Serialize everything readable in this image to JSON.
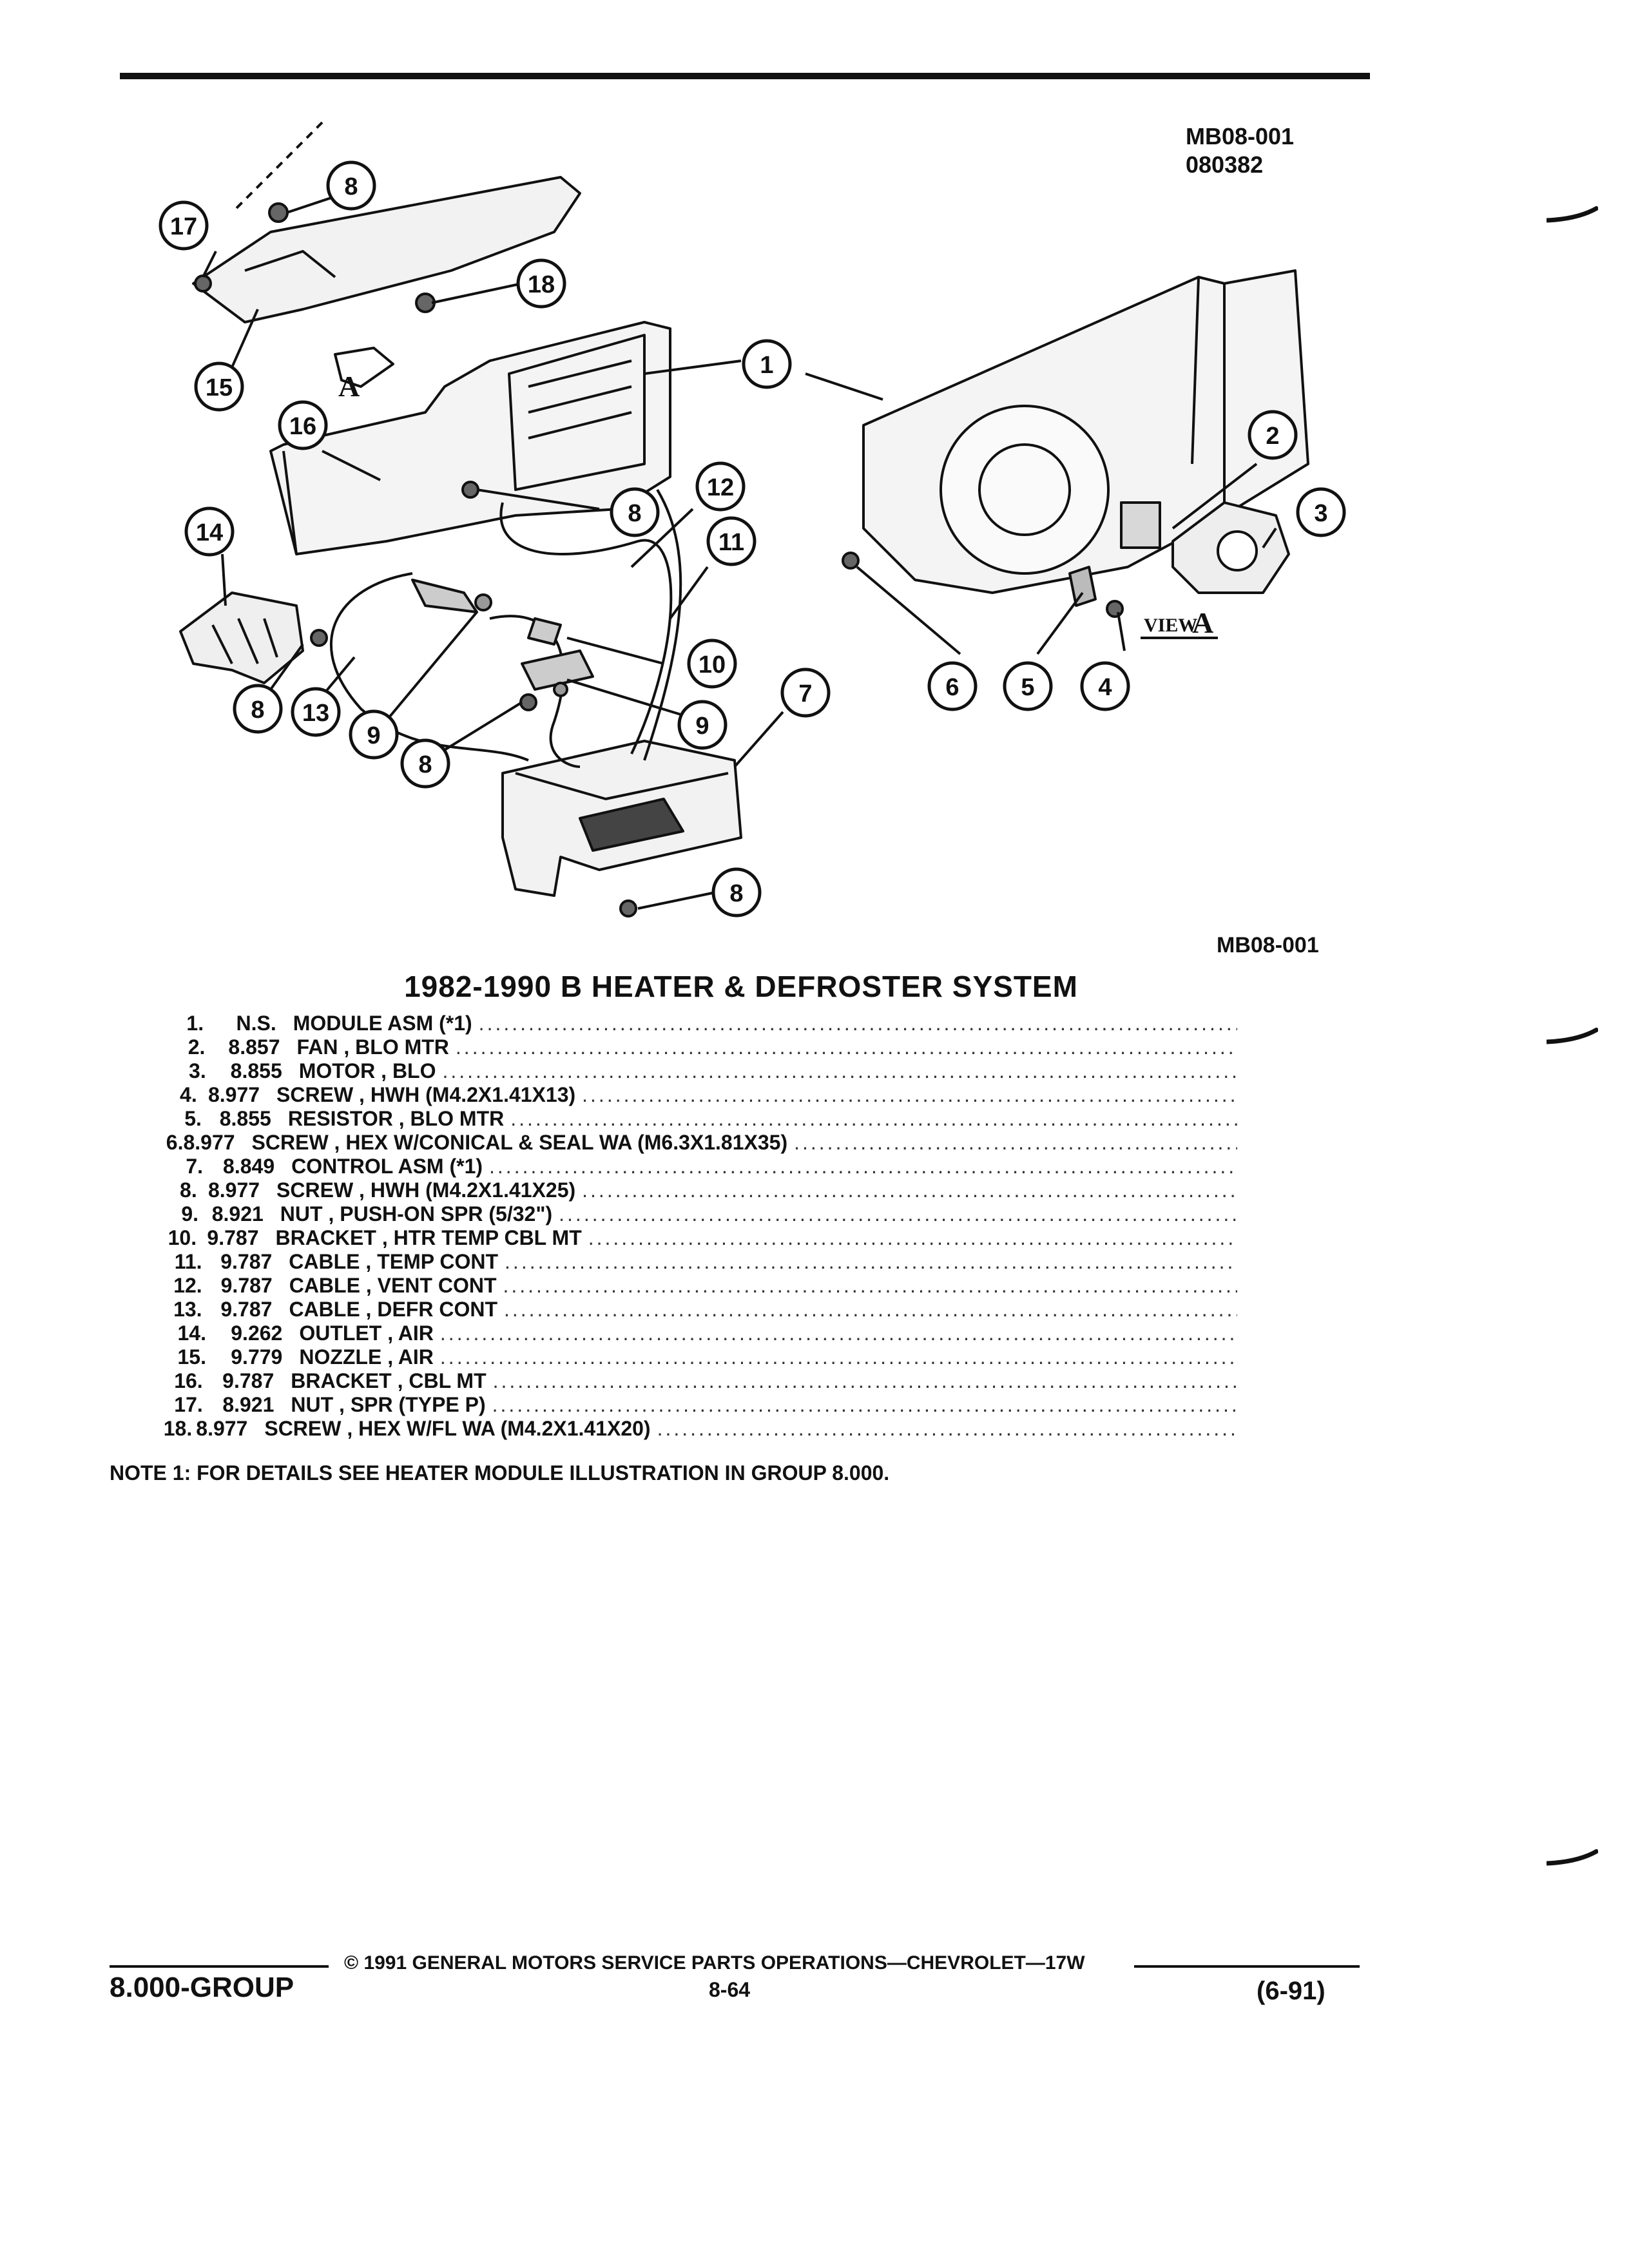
{
  "header": {
    "ref_code": "MB08-001",
    "ref_date": "080382"
  },
  "diagram": {
    "code": "MB08-001",
    "view_label": "VIEW",
    "view_letter": "A",
    "a_marker": "A",
    "callouts": [
      "1",
      "2",
      "3",
      "4",
      "5",
      "6",
      "7",
      "8",
      "8",
      "8",
      "8",
      "8",
      "9",
      "9",
      "10",
      "11",
      "12",
      "13",
      "14",
      "15",
      "16",
      "17",
      "18"
    ]
  },
  "title": "1982-1990 B HEATER & DEFROSTER SYSTEM",
  "parts": [
    {
      "num": "1.",
      "code": "N.S.",
      "desc": "MODULE ASM (*1)"
    },
    {
      "num": "2.",
      "code": "8.857",
      "desc": "FAN , BLO MTR"
    },
    {
      "num": "3.",
      "code": "8.855",
      "desc": "MOTOR , BLO"
    },
    {
      "num": "4.",
      "code": "8.977",
      "desc": "SCREW , HWH (M4.2X1.41X13)"
    },
    {
      "num": "5.",
      "code": "8.855",
      "desc": "RESISTOR , BLO MTR"
    },
    {
      "num": "6.",
      "code": "8.977",
      "desc": "SCREW , HEX W/CONICAL & SEAL WA (M6.3X1.81X35)"
    },
    {
      "num": "7.",
      "code": "8.849",
      "desc": "CONTROL ASM (*1)"
    },
    {
      "num": "8.",
      "code": "8.977",
      "desc": "SCREW , HWH (M4.2X1.41X25)"
    },
    {
      "num": "9.",
      "code": "8.921",
      "desc": "NUT , PUSH-ON SPR (5/32\")"
    },
    {
      "num": "10.",
      "code": "9.787",
      "desc": "BRACKET , HTR TEMP CBL MT"
    },
    {
      "num": "11.",
      "code": "9.787",
      "desc": "CABLE , TEMP CONT"
    },
    {
      "num": "12.",
      "code": "9.787",
      "desc": "CABLE , VENT CONT"
    },
    {
      "num": "13.",
      "code": "9.787",
      "desc": "CABLE , DEFR CONT"
    },
    {
      "num": "14.",
      "code": "9.262",
      "desc": "OUTLET , AIR"
    },
    {
      "num": "15.",
      "code": "9.779",
      "desc": "NOZZLE , AIR"
    },
    {
      "num": "16.",
      "code": "9.787",
      "desc": "BRACKET , CBL MT"
    },
    {
      "num": "17.",
      "code": "8.921",
      "desc": "NUT , SPR (TYPE P)"
    },
    {
      "num": "18.",
      "code": "8.977",
      "desc": "SCREW , HEX W/FL WA (M4.2X1.41X20)"
    }
  ],
  "note": "NOTE 1: FOR DETAILS SEE HEATER MODULE ILLUSTRATION IN GROUP 8.000.",
  "footer": {
    "copyright": "© 1991 GENERAL MOTORS SERVICE PARTS OPERATIONS—CHEVROLET—17W",
    "group": "8.000-GROUP",
    "page": "8-64",
    "date": "(6-91)"
  }
}
